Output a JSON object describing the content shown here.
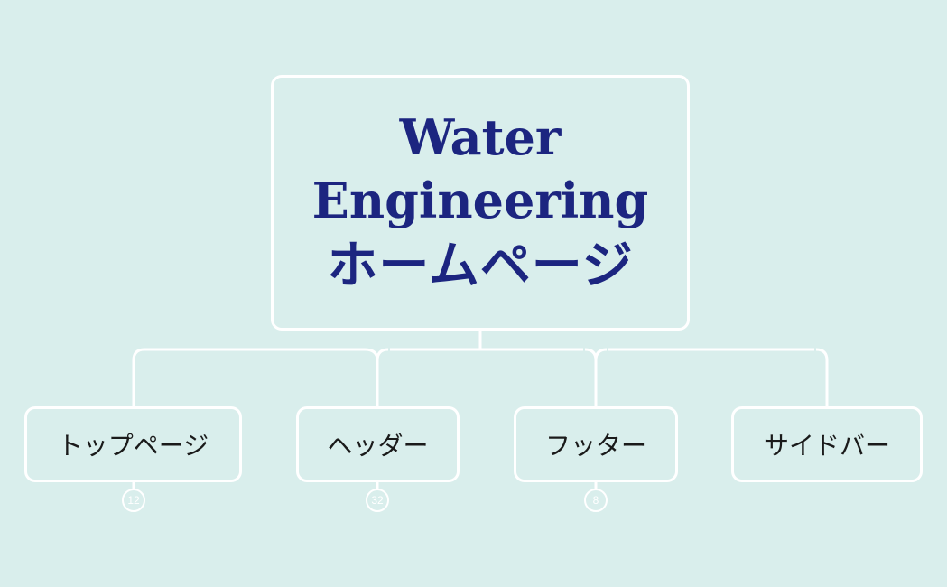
{
  "background_color": "#d9eeec",
  "root": {
    "title_line1": "Water",
    "title_line2": "Engineering",
    "title_line3": "ホームページ",
    "text_color": "#1c2580"
  },
  "children": [
    {
      "label": "トップページ",
      "badge": "12"
    },
    {
      "label": "ヘッダー",
      "badge": "32"
    },
    {
      "label": "フッター",
      "badge": "8"
    },
    {
      "label": "サイドバー",
      "badge": null
    }
  ]
}
